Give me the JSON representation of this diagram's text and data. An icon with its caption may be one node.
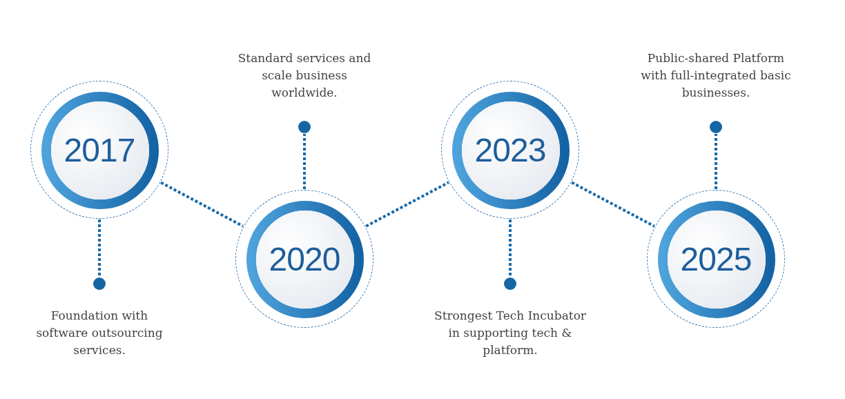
{
  "diagram": {
    "nodes": [
      {
        "text": [
          "2017"
        ]
      },
      {
        "text": [],
        "shape": "circle",
        "beside": [
          "Foundation with software outsourcing services."
        ]
      },
      {
        "text": [],
        "shape": "circle",
        "beside": [
          "Standard services and scale business worldwide."
        ]
      },
      {
        "text": [
          "2020"
        ]
      },
      {
        "text": [
          "2023"
        ]
      },
      {
        "text": [],
        "shape": "circle",
        "beside": [
          "Strongest Tech Incubator in supporting tech & platform."
        ]
      },
      {
        "text": [],
        "shape": "circle",
        "beside": [
          "Public-shared Platform with full-integrated basic businesses."
        ]
      },
      {
        "text": [
          "2025"
        ]
      }
    ],
    "edges": [
      {
        "from": 0,
        "to": 3,
        "arrow": "none"
      },
      {
        "from": 3,
        "to": 4,
        "arrow": "none"
      },
      {
        "from": 4,
        "to": 7,
        "arrow": "none"
      },
      {
        "from": 0,
        "to": 1,
        "arrow": "none"
      },
      {
        "from": 3,
        "to": 2,
        "arrow": "none"
      },
      {
        "from": 4,
        "to": 5,
        "arrow": "none"
      },
      {
        "from": 7,
        "to": 6,
        "arrow": "none"
      }
    ]
  }
}
